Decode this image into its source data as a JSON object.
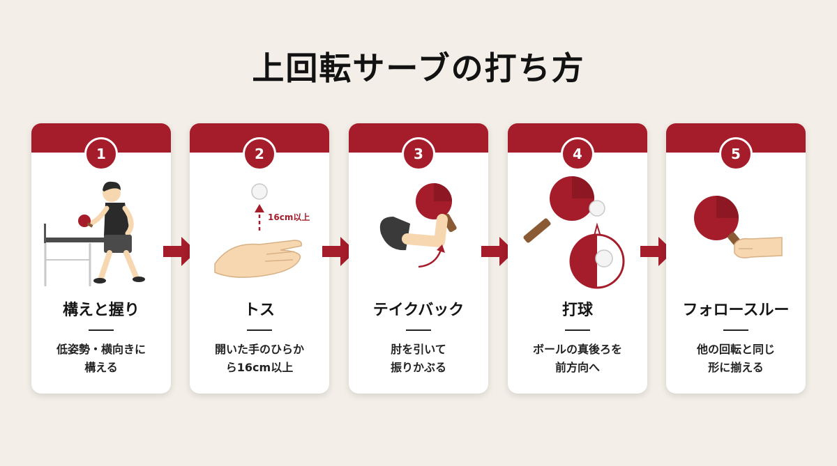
{
  "title": "上回転サーブの打ち方",
  "steps": [
    {
      "number": "1",
      "title": "構えと握り",
      "desc_lines": [
        "低姿勢・横向きに",
        "構える"
      ]
    },
    {
      "number": "2",
      "title": "トス",
      "desc_lines": [
        "開いた手のひらか",
        "ら16cm以上"
      ],
      "annotation": "16cm以上"
    },
    {
      "number": "3",
      "title": "テイクバック",
      "desc_lines": [
        "肘を引いて",
        "振りかぶる"
      ]
    },
    {
      "number": "4",
      "title": "打球",
      "desc_lines": [
        "ボールの真後ろを",
        "前方向へ"
      ]
    },
    {
      "number": "5",
      "title": "フォロースルー",
      "desc_lines": [
        "他の回転と同じ",
        "形に揃える"
      ]
    }
  ],
  "colors": {
    "accent": "#a51c2a",
    "background": "#f3efe8",
    "card": "#ffffff",
    "skin": "#f6d7b0",
    "dark": "#3a3a3a"
  },
  "icons": [
    "right-arrow-icon",
    "ping-pong-paddle-icon",
    "ball-icon"
  ]
}
